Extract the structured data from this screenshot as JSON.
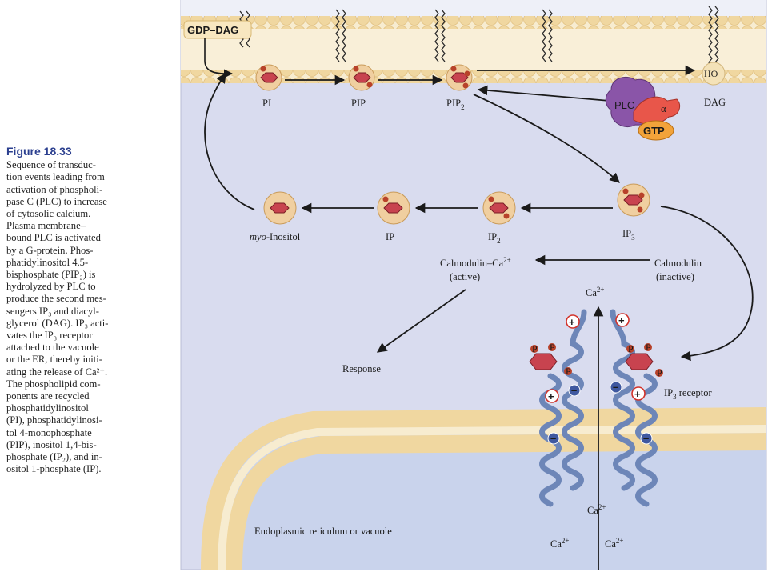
{
  "caption": {
    "title": "Figure 18.33",
    "lines": [
      "Sequence of transduc-",
      "tion events leading from",
      "activation of phospholi-",
      "pase C (PLC) to increase",
      "of cytosolic calcium.",
      "Plasma membrane–",
      "bound PLC is activated",
      "by a G-protein. Phos-",
      "phatidylinositol 4,5-",
      "bisphosphate (PIP₂) is",
      "hydrolyzed by PLC to",
      "produce the second mes-",
      "sengers IP₃ and diacyl-",
      "glycerol (DAG). IP₃ acti-",
      "vates the IP₃ receptor",
      "attached to the vacuole",
      "or the ER, thereby initi-",
      "ating the release of Ca²⁺.",
      "The phospholipid com-",
      "ponents are recycled",
      "phosphatidylinositol",
      "(PI), phosphatidylinosi-",
      "tol 4-monophosphate",
      "(PIP), inositol 1,4-bis-",
      "phosphate (IP₂), and in-",
      "ositol 1-phosphate (IP)."
    ]
  },
  "diagram": {
    "gdp_dag": "GDP–DAG",
    "pi": "PI",
    "pip": "PIP",
    "pip2": "PIP",
    "pip2_sub": "2",
    "ho": "HO",
    "dag": "DAG",
    "plc": "PLC",
    "alpha": "α",
    "gtp": "GTP",
    "myo_inositol_italic": "myo",
    "myo_inositol_rest": "-Inositol",
    "ip": "IP",
    "ip2": "IP",
    "ip2_sub": "2",
    "ip3": "IP",
    "ip3_sub": "3",
    "calmodulin_ca_active": "Calmodulin–Ca",
    "calmodulin_ca_sup": "2+",
    "active": "(active)",
    "calmodulin": "Calmodulin",
    "inactive": "(inactive)",
    "ca_top": "Ca",
    "ca_sup": "2+",
    "response": "Response",
    "ip3_receptor": "IP",
    "ip3_receptor_sub": "3",
    "ip3_receptor_rest": " receptor",
    "er_label": "Endoplasmic reticulum or vacuole",
    "ca_er_1": "Ca",
    "ca_er_2": "Ca",
    "ca_er_3": "Ca",
    "plus": "+",
    "minus": "–",
    "p": "P"
  },
  "colors": {
    "cytosol": "#d9dcef",
    "membrane_head": "#f0d7a0",
    "membrane_core": "#f7ecd0",
    "inositol": "#c8434f",
    "phosphate": "#b8422a",
    "plc": "#8a55a8",
    "galpha": "#e8564a",
    "gtp": "#f2a33a",
    "helix": "#6d86b8",
    "figure_title": "#2b3f8f"
  }
}
